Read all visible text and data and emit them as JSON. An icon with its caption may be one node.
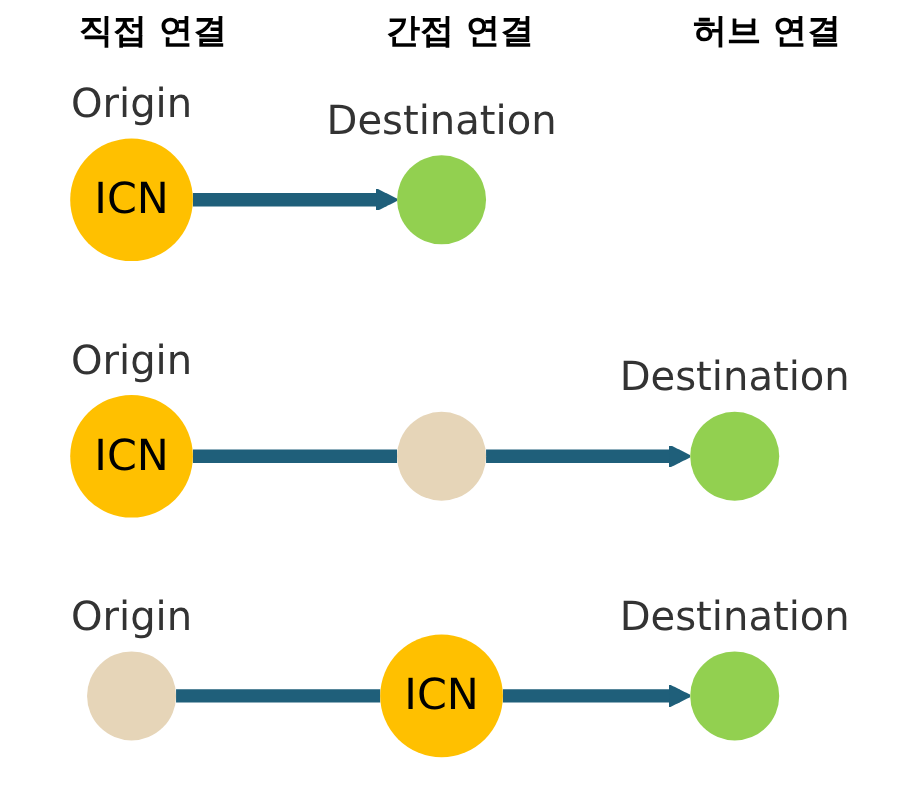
{
  "diagram": {
    "nodes": [
      {
        "text": [
          "ICN"
        ],
        "beside": [
          "Origin"
        ]
      },
      {
        "text": [],
        "shape": "circle",
        "beside": [
          "Destination"
        ]
      },
      {
        "text": [
          "ICN"
        ],
        "beside": [
          "Origin"
        ]
      },
      {
        "text": [],
        "shape": "circle"
      },
      {
        "text": [],
        "shape": "circle",
        "beside": [
          "Destination"
        ]
      },
      {
        "text": [],
        "shape": "circle",
        "beside": [
          "Origin"
        ]
      },
      {
        "text": [
          "ICN"
        ]
      },
      {
        "text": [],
        "shape": "circle",
        "beside": [
          "Destination"
        ]
      }
    ],
    "edges": [
      {
        "from": 0,
        "to": 1,
        "arrow": "to"
      },
      {
        "from": 2,
        "to": 3,
        "arrow": "none"
      },
      {
        "from": 3,
        "to": 4,
        "arrow": "to"
      },
      {
        "from": 5,
        "to": 6,
        "arrow": "none"
      },
      {
        "from": 6,
        "to": 7,
        "arrow": "to"
      }
    ],
    "labels": [
      "직접 연결",
      "간접 연결",
      "허브 연결"
    ]
  }
}
